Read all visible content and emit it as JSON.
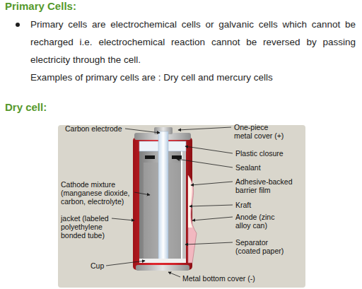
{
  "diagram": {
    "title": "Primary Cells:",
    "labels": [
      "Primary cells are electrochemical cells or galvanic cells which cannot be recharged i.e. electrochemical reaction cannot be reversed by passing electricity through the cell.",
      "Examples of primary cells are : Dry cell and mercury cells",
      "Dry cell:",
      "Carbon electrode",
      "One-piece metal cover (+)",
      "Plastic closure",
      "Sealant",
      "Cathode mixture (manganese dioxide, carbon, electrolyte)",
      "Adhesive-backed barrier film",
      "Kraft",
      "jacket (labeled polyethylene bonded tube)",
      "Anode (zinc alloy can)",
      "Separator (coated paper)",
      "Cup",
      "Metal bottom cover (-)"
    ]
  }
}
